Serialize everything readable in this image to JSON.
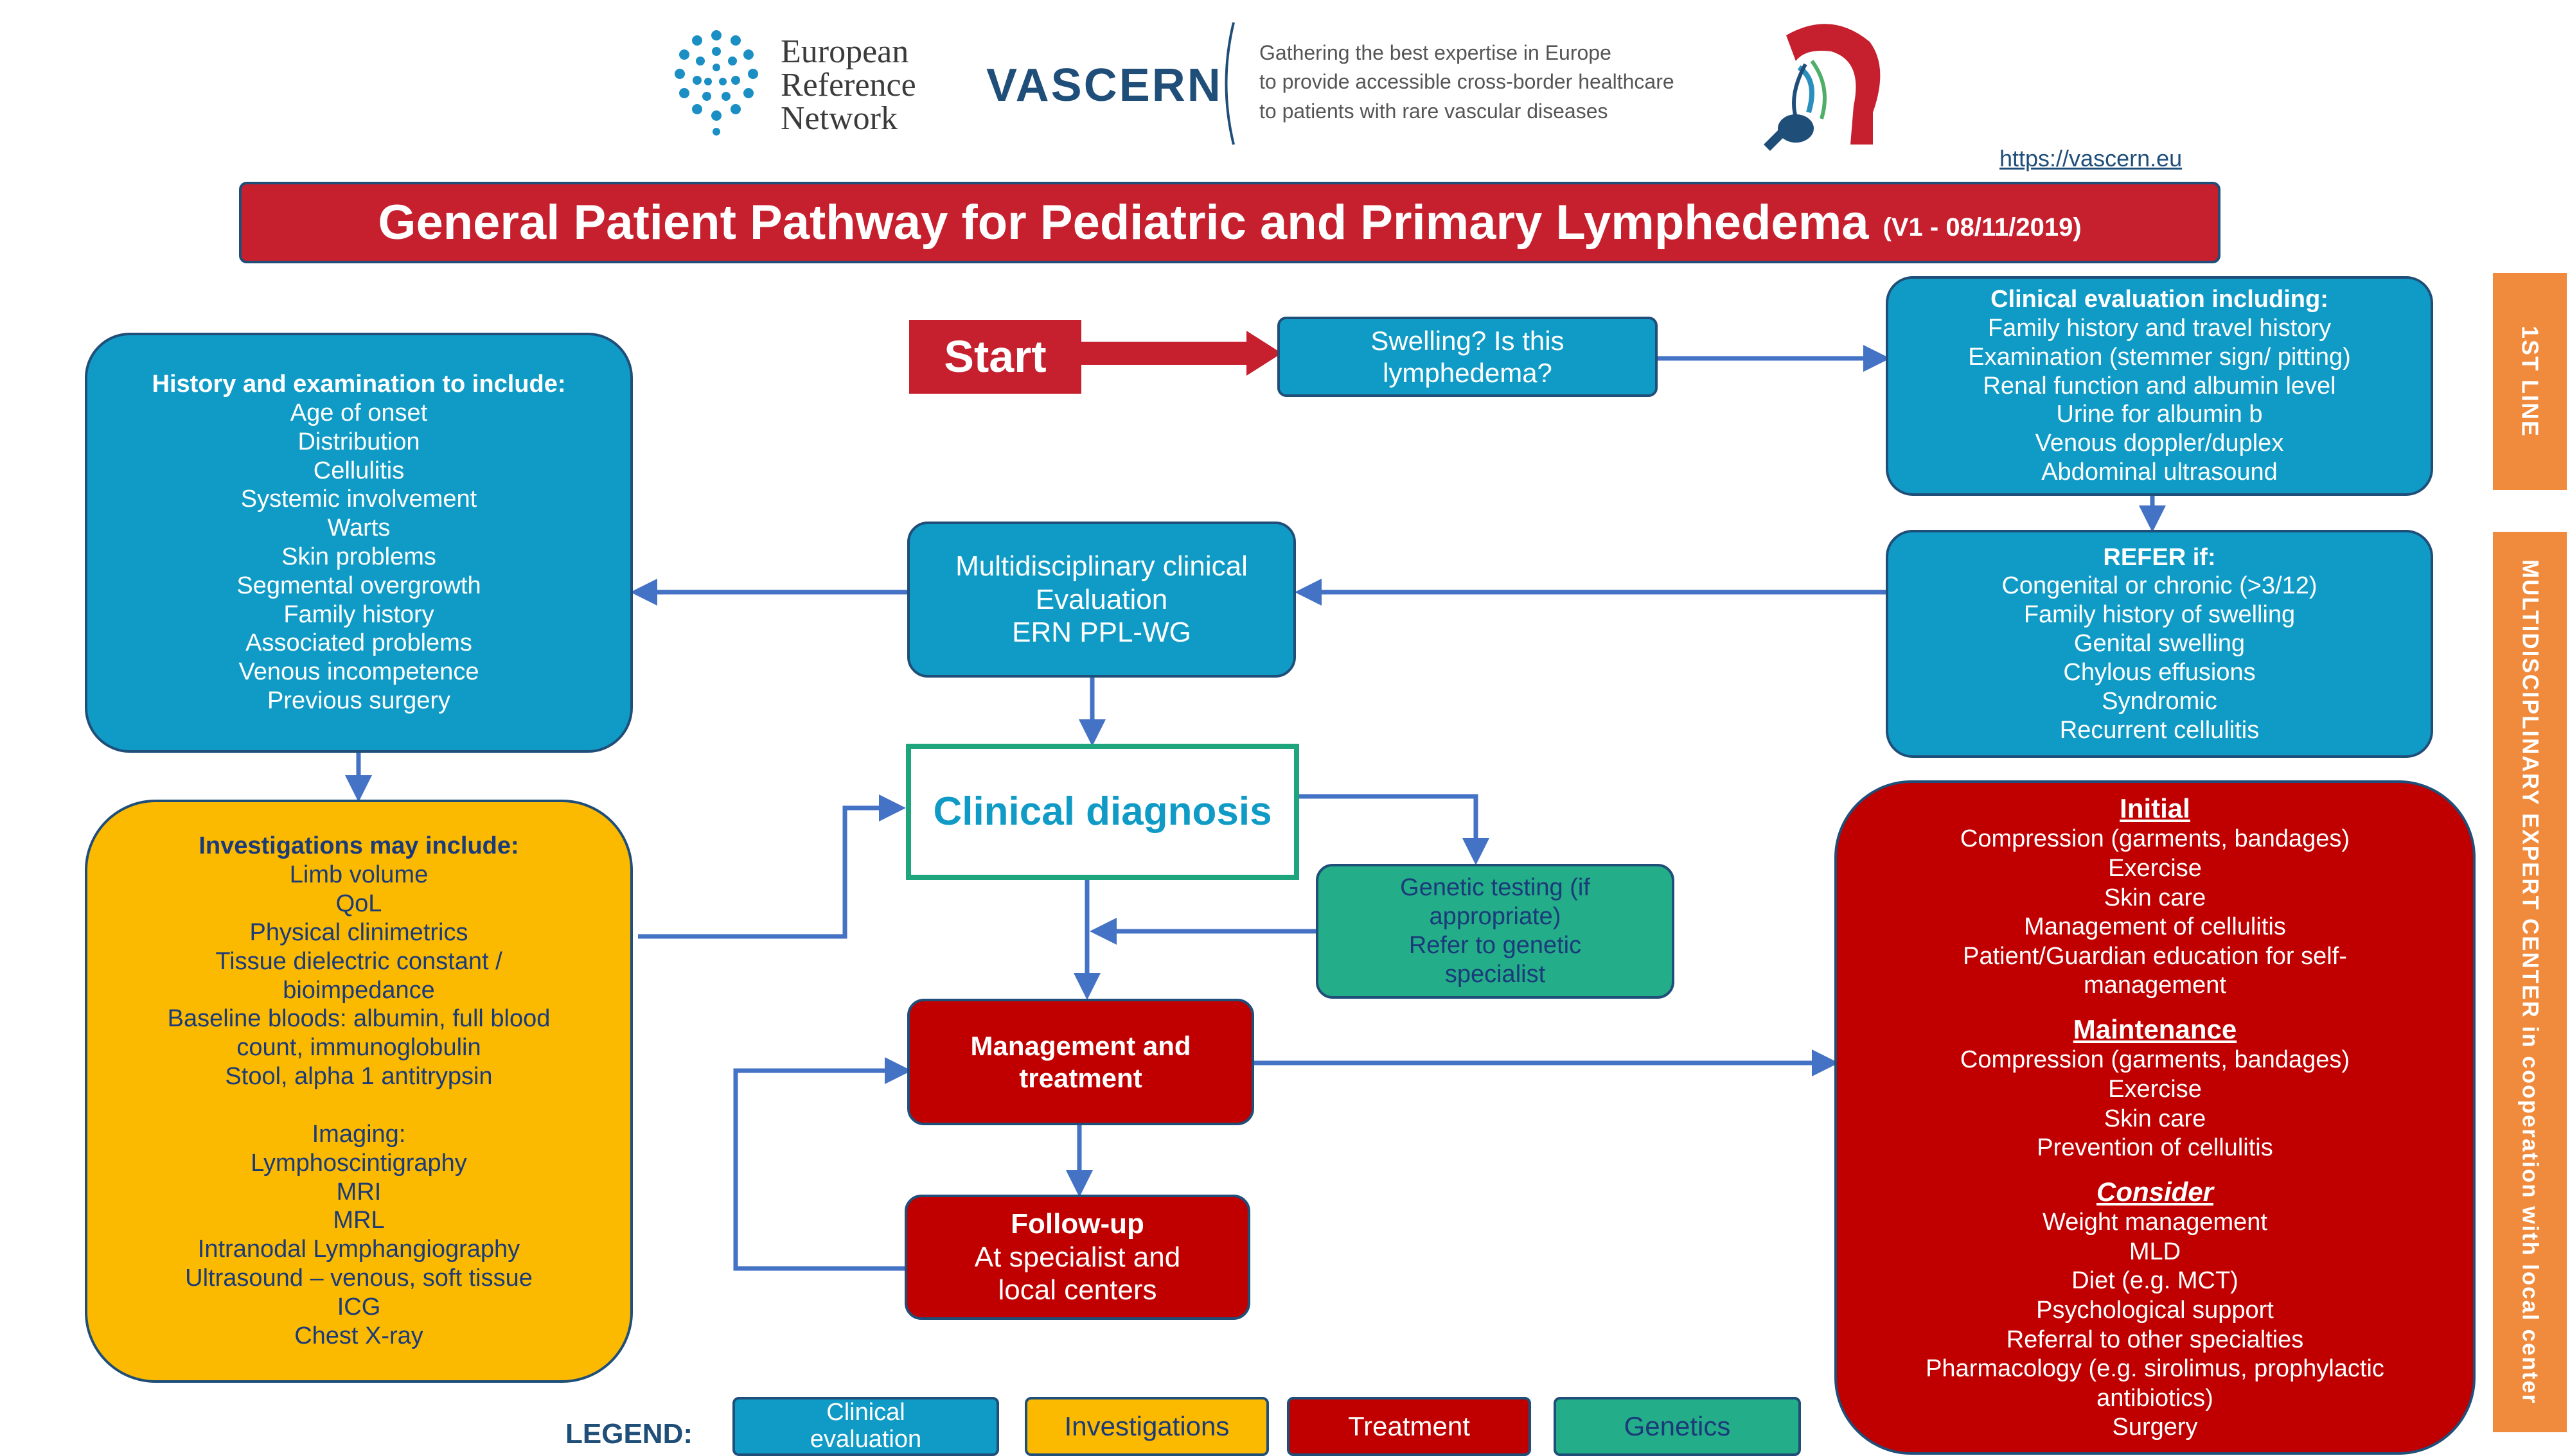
{
  "header": {
    "ern_line1": "European",
    "ern_line2": "Reference",
    "ern_line3": "Network",
    "vascern": "VASCERN",
    "tagline1": "Gathering the best expertise in Europe",
    "tagline2": "to provide accessible cross-border healthcare",
    "tagline3": "to patients with rare vascular diseases",
    "url": "https://vascern.eu"
  },
  "title": {
    "main": "General Patient Pathway for Pediatric and Primary Lymphedema",
    "version": "(V1 - 08/11/2019)"
  },
  "start": "Start",
  "swelling": {
    "l1": "Swelling? Is this",
    "l2": "lymphedema?"
  },
  "clinical_eval": {
    "heading": "Clinical evaluation including:",
    "items": [
      "Family history and travel history",
      "Examination (stemmer sign/ pitting)",
      "Renal function and albumin level",
      "Urine for albumin b",
      "Venous doppler/duplex",
      "Abdominal ultrasound"
    ]
  },
  "history": {
    "heading": "History and examination to include:",
    "items": [
      "Age of onset",
      "Distribution",
      "Cellulitis",
      "Systemic involvement",
      "Warts",
      "Skin problems",
      "Segmental overgrowth",
      "Family history",
      "Associated problems",
      "Venous incompetence",
      "Previous surgery"
    ]
  },
  "multi": {
    "l1": "Multidisciplinary clinical",
    "l2": "Evaluation",
    "l3": "ERN PPL-WG"
  },
  "refer": {
    "heading": "REFER if:",
    "items": [
      "Congenital or chronic (>3/12)",
      "Family history of swelling",
      "Genital swelling",
      "Chylous effusions",
      "Syndromic",
      "Recurrent cellulitis"
    ]
  },
  "diagnosis": "Clinical diagnosis",
  "genetic": {
    "l1": "Genetic testing (if",
    "l2": "appropriate)",
    "l3": "Refer to genetic",
    "l4": "specialist"
  },
  "investigations": {
    "heading": "Investigations may include:",
    "items": [
      "Limb volume",
      "QoL",
      "Physical clinimetrics",
      "Tissue dielectric constant /",
      "bioimpedance",
      "Baseline bloods: albumin, full blood",
      "count, immunoglobulin",
      "Stool, alpha 1 antitrypsin"
    ],
    "imaging_heading": "Imaging:",
    "imaging_items": [
      "Lymphoscintigraphy",
      "MRI",
      "MRL",
      "Intranodal Lymphangiography",
      "Ultrasound – venous, soft tissue",
      "ICG",
      "Chest X-ray"
    ]
  },
  "management": {
    "l1": "Management and",
    "l2": "treatment"
  },
  "followup": {
    "l1": "Follow-up",
    "l2": "At specialist and",
    "l3": "local centers"
  },
  "treatment": {
    "initial_heading": "Initial",
    "initial_items": [
      "Compression (garments, bandages)",
      "Exercise",
      "Skin care",
      "Management of cellulitis",
      "Patient/Guardian education for self-",
      "management"
    ],
    "maintenance_heading": "Maintenance",
    "maintenance_items": [
      "Compression (garments, bandages)",
      "Exercise",
      "Skin care",
      "Prevention of cellulitis"
    ],
    "consider_heading": "Consider",
    "consider_items": [
      "Weight management",
      "MLD",
      "Diet (e.g. MCT)",
      "Psychological support",
      "Referral to other specialties",
      "Pharmacology  (e.g. sirolimus, prophylactic",
      "antibiotics)",
      "Surgery"
    ]
  },
  "sidebar": {
    "first_line": "1ST LINE",
    "expert": "MULTIDISCIPLINARY EXPERT CENTER in cooperation with local center"
  },
  "legend": {
    "label": "LEGEND:",
    "clinical_l1": "Clinical",
    "clinical_l2": "evaluation",
    "investigations": "Investigations",
    "treatment": "Treatment",
    "genetics": "Genetics"
  },
  "colors": {
    "blue": "#109bc6",
    "yellow": "#fbba00",
    "red": "#c00000",
    "green": "#23ad88",
    "orange": "#f08a3c",
    "navy": "#1f4e79",
    "connector": "#4472c4"
  }
}
